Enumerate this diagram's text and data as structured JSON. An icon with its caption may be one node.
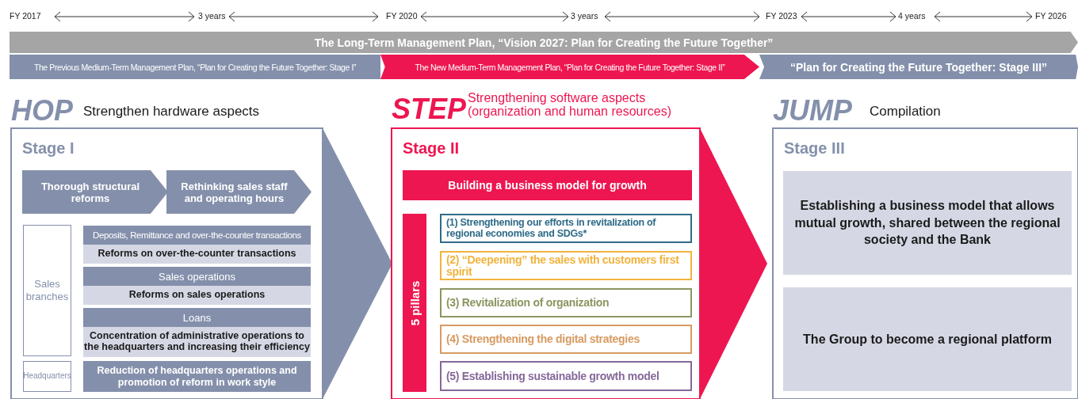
{
  "diagram": {
    "nodes": [
      {
        "text": [
          "The Long-Term Management Plan, “Vision 2027: Plan for Creating the Future Together”"
        ]
      },
      {
        "text": [
          "The Previous Medium-Term Management Plan, “Plan for Creating the Future Together: Stage I”"
        ]
      },
      {
        "text": [
          "The New Medium-Term Management Plan, “Plan for Creating the Future Together: Stage II”"
        ]
      },
      {
        "text": [
          "“Plan for Creating the Future Together: Stage III”"
        ]
      },
      {
        "text": [
          "HOP",
          "Strengthen hardware aspects",
          "Stage I"
        ]
      },
      {
        "text": [
          "Thorough structural reforms"
        ],
        "in": 4
      },
      {
        "text": [
          "Rethinking sales staff and operating hours"
        ],
        "in": 4
      },
      {
        "text": [
          "Sales branches"
        ],
        "in": 4
      },
      {
        "text": [
          "Headquarters"
        ],
        "in": 4
      },
      {
        "text": [
          "Deposits, Remittance and over-the-counter transactions",
          "Reforms on over-the-counter transactions"
        ],
        "in": 4
      },
      {
        "text": [
          "Sales operations",
          "Reforms on sales operations"
        ],
        "in": 4
      },
      {
        "text": [
          "Loans",
          "Concentration of administrative operations to the headquarters and increasing their efficiency"
        ],
        "in": 4
      },
      {
        "text": [
          "Reduction of headquarters operations and promotion of reform in work style"
        ],
        "in": 4
      },
      {
        "text": [
          "STEP",
          "Strengthening software aspects (organization and human resources)",
          "Stage II"
        ]
      },
      {
        "text": [
          "Building a business model for growth"
        ],
        "in": 13
      },
      {
        "text": [
          "5 pillars"
        ],
        "in": 13
      },
      {
        "text": [
          "(1) Strengthening our efforts in revitalization of regional economies and SDGs*"
        ],
        "in": 13
      },
      {
        "text": [
          "(2) “Deepening” the sales with customers first spirit"
        ],
        "in": 13
      },
      {
        "text": [
          "(3) Revitalization of organization"
        ],
        "in": 13
      },
      {
        "text": [
          "(4) Strengthening the digital strategies"
        ],
        "in": 13
      },
      {
        "text": [
          "(5) Establishing sustainable growth model"
        ],
        "in": 13
      },
      {
        "text": [
          "JUMP",
          "Compilation",
          "Stage III"
        ]
      },
      {
        "text": [
          "Establishing a business model that allows mutual growth, shared between the regional society and the Bank"
        ],
        "in": 21
      },
      {
        "text": [
          "The Group to become a regional platform"
        ],
        "in": 21
      }
    ],
    "labels": [
      "FY 2017",
      "3 years",
      "FY 2020",
      "3 years",
      "FY 2023",
      "4 years",
      "FY 2026"
    ]
  }
}
